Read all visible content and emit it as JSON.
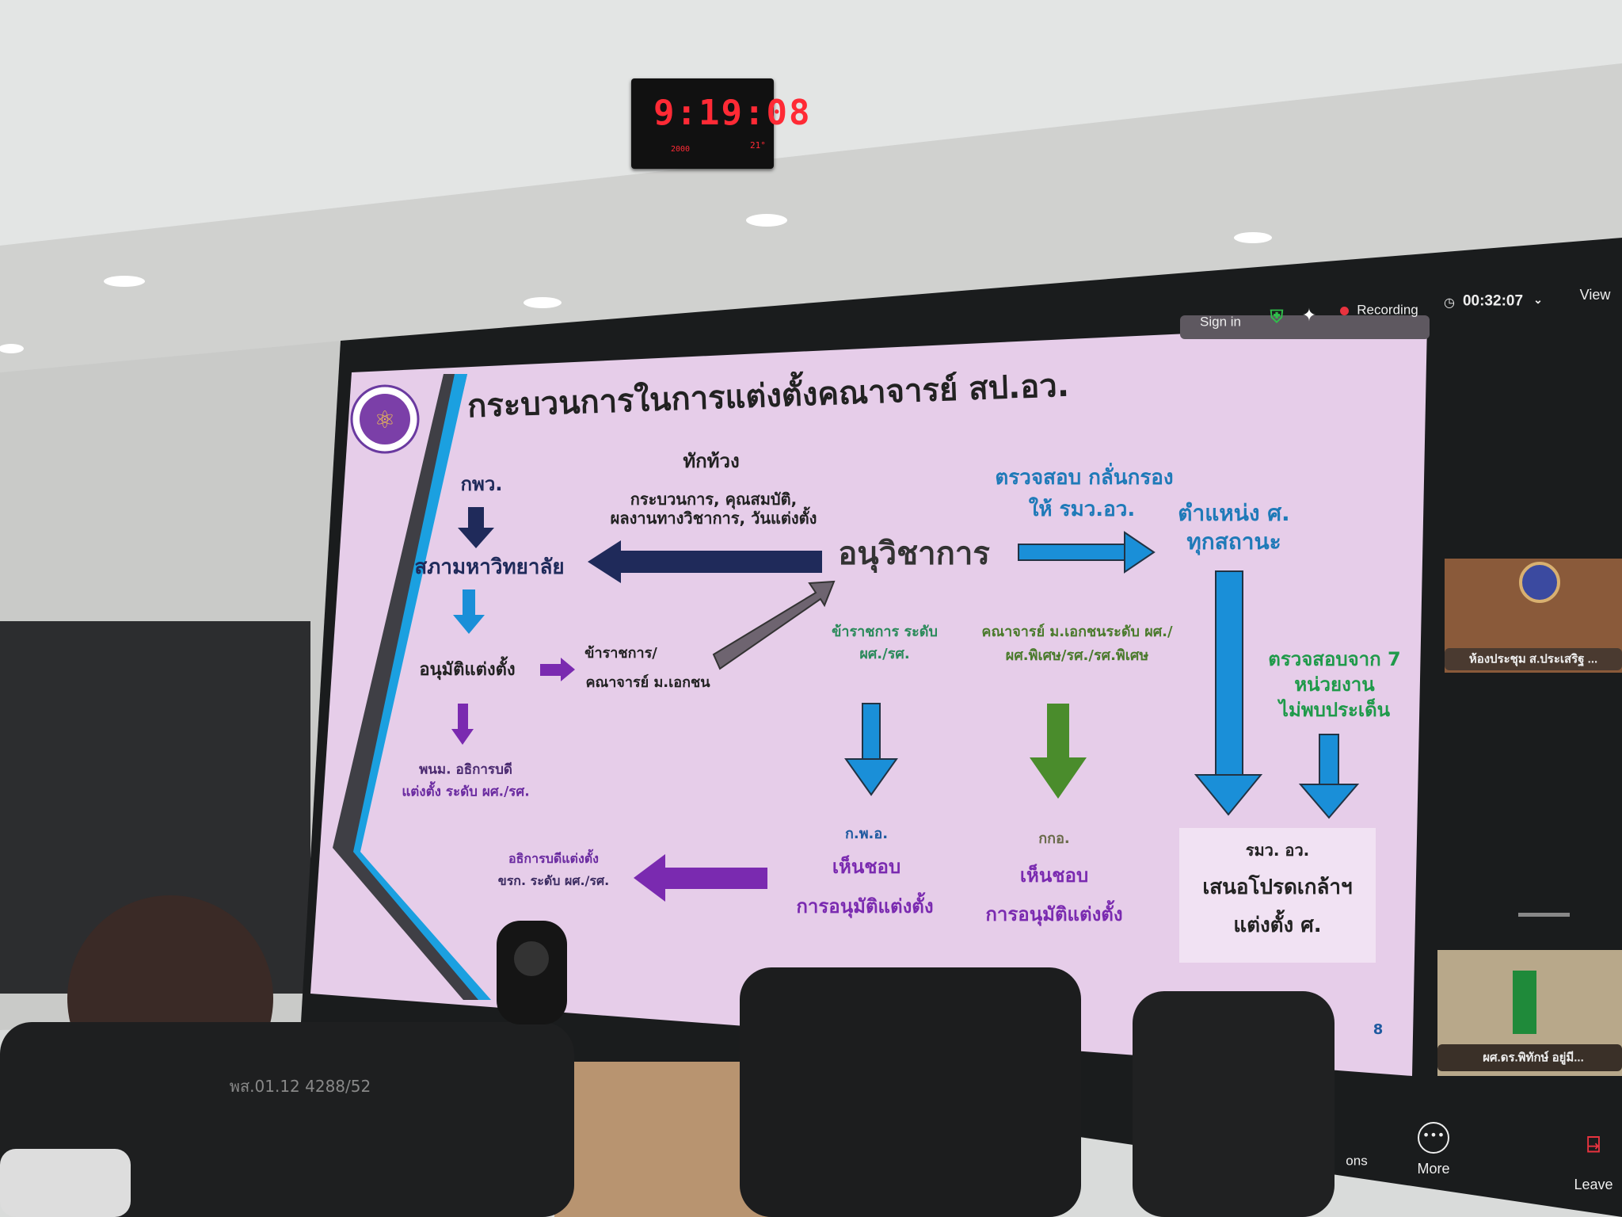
{
  "wall_clock": {
    "time": "9:19:08",
    "year": "2000",
    "temp": "21°"
  },
  "zoom": {
    "sign_in": "Sign in",
    "recording": "Recording",
    "elapsed": "00:32:07",
    "view": "View",
    "tiles": [
      {
        "name": "ห้องประชุม ส.ประเสริฐ ..."
      },
      {
        "name": "ผศ.ดร.พิทักษ์ อยู่มี..."
      }
    ],
    "toolbar": {
      "partial_label": "ons",
      "more": "More",
      "leave": "Leave"
    },
    "colors": {
      "shield": "#2fbf4a",
      "recording_dot": "#e8333f",
      "leave": "#e8333f"
    }
  },
  "slide": {
    "title": "กระบวนการในการแต่งตั้งคณาจารย์ สป.อว.",
    "page_number": "8",
    "nodes": {
      "kpw": "กพว.",
      "council": "สภามหาวิทยาลัย",
      "approve": "อนุมัติแต่งตั้ง",
      "civil_private_1": "ข้าราชการ/",
      "civil_private_2": "คณาจารย์ ม.เอกชน",
      "subcommittee": "อนุวิชาการ",
      "objection_title": "ทักท้วง",
      "objection_1": "กระบวนการ, คุณสมบัติ,",
      "objection_2": "ผลงานทางวิชาการ, วันแต่งตั้ง",
      "screen_1": "ตรวจสอบ กลั่นกรอง",
      "screen_2": "ให้ รมว.อว.",
      "prof_1": "ตำแหน่ง ศ.",
      "prof_2": "ทุกสถานะ",
      "civil_level_1": "ข้าราชการ ระดับ",
      "civil_level_2": "ผศ./รศ.",
      "private_level_1": "คณาจารย์ ม.เอกชนระดับ ผศ./",
      "private_level_2": "ผศ.พิเศษ/รศ./รศ.พิเศษ",
      "check7_1": "ตรวจสอบจาก 7",
      "check7_2": "หน่วยงาน",
      "check7_3": "ไม่พบประเด็น",
      "pnm_1": "พนม. อธิการบดี",
      "pnm_2": "แต่งตั้ง ระดับ ผศ./รศ.",
      "kpo": "ก.พ.อ.",
      "kpo_approve_1": "เห็นชอบ",
      "kpo_approve_2": "การอนุมัติแต่งตั้ง",
      "kko": "กกอ.",
      "kko_approve_1": "เห็นชอบ",
      "kko_approve_2": "การอนุมัติแต่งตั้ง",
      "minister": "รมว. อว.",
      "minister_1": "เสนอโปรดเกล้าฯ",
      "minister_2": "แต่งตั้ง ศ.",
      "president_1": "อธิการบดีแต่งตั้ง",
      "president_2": "ขรก. ระดับ ผศ./รศ."
    }
  },
  "room": {
    "chair_label": "พส.01.12 4288/52"
  }
}
